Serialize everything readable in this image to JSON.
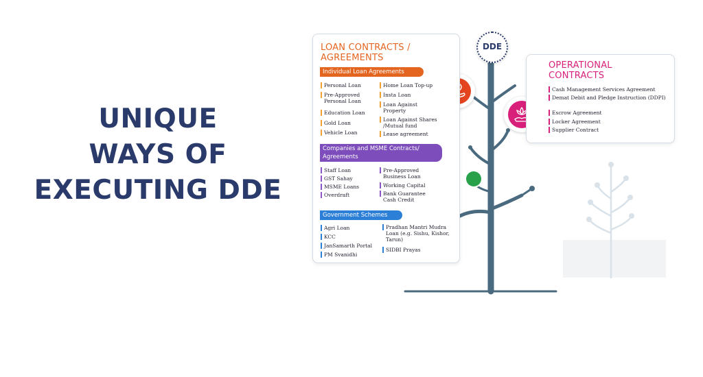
{
  "headline": [
    "UNIQUE",
    "WAYS OF",
    "EXECUTING DDE"
  ],
  "logo_text": "DDE",
  "loan_card": {
    "title": "LOAN CONTRACTS / AGREEMENTS",
    "individual": {
      "heading": "Individual Loan Agreements",
      "left": [
        "Personal Loan",
        "Pre-Approved Personal Loan",
        "Education Loan",
        "Gold Loan",
        "Vehicle Loan"
      ],
      "right": [
        "Home Loan Top-up",
        "Insta Loan",
        "Loan Against Property",
        "Loan Against Shares /Mutual fund",
        "Lease agreement"
      ]
    },
    "companies": {
      "heading": "Companies and MSME Contracts/ Agreements",
      "left": [
        "Staff Loan",
        "GST Sahay",
        "MSME Loans",
        "Overdraft"
      ],
      "right": [
        "Pre-Approved Business Loan",
        "Working Capital",
        "Bank Guarantee Cash Credit"
      ]
    },
    "government": {
      "heading": "Government Schemes",
      "left": [
        "Agri Loan",
        "KCC",
        "JanSamarth Portal",
        "PM Svanidhi"
      ],
      "right": [
        "Pradhan Mantri Mudra Loan (e.g. Sishu, Kishor, Tarun)",
        "SIDBI Prayas"
      ]
    }
  },
  "ops_card": {
    "title": "OPERATIONAL CONTRACTS",
    "items": [
      "Cash Management Services Agreement",
      "Demat Debit and Pledge Instruction (DDPI)",
      "Escrow Agreement",
      "Locker Agreement",
      "Supplier Contract"
    ]
  },
  "colors": {
    "headline": "#2a3b6b",
    "orange": "#e4651f",
    "purple": "#7c4dbb",
    "blue": "#2c7fd6",
    "magenta": "#d81f7a",
    "tree": "#4a6a80",
    "green": "#29a14a"
  },
  "icons": [
    "dde-logo",
    "loan-hand-icon",
    "lotus-hand-icon",
    "green-dot"
  ]
}
